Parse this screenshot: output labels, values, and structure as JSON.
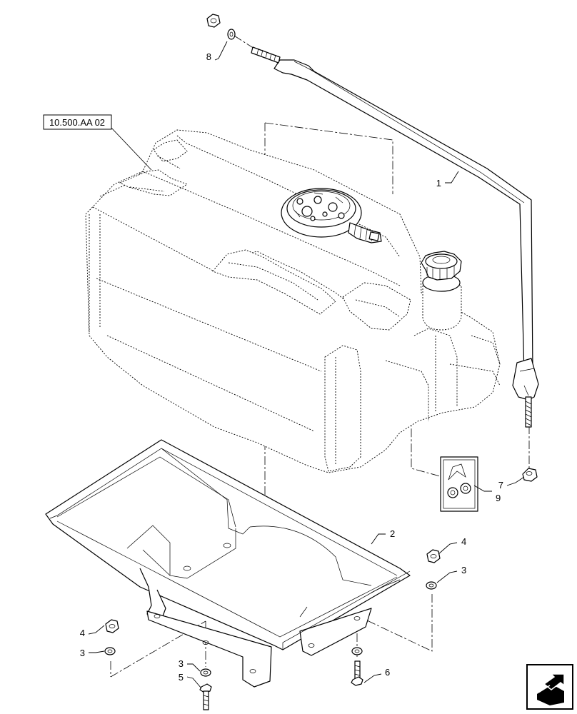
{
  "reference_label": "10.500.AA 02",
  "callouts": [
    {
      "id": "1",
      "text": "1"
    },
    {
      "id": "2",
      "text": "2"
    },
    {
      "id": "3a",
      "text": "3"
    },
    {
      "id": "3b",
      "text": "3"
    },
    {
      "id": "3c",
      "text": "3"
    },
    {
      "id": "4a",
      "text": "4"
    },
    {
      "id": "4b",
      "text": "4"
    },
    {
      "id": "5",
      "text": "5"
    },
    {
      "id": "6",
      "text": "6"
    },
    {
      "id": "7",
      "text": "7"
    },
    {
      "id": "8",
      "text": "8"
    },
    {
      "id": "9",
      "text": "9"
    }
  ],
  "nav_icon": "arrow-box-icon"
}
